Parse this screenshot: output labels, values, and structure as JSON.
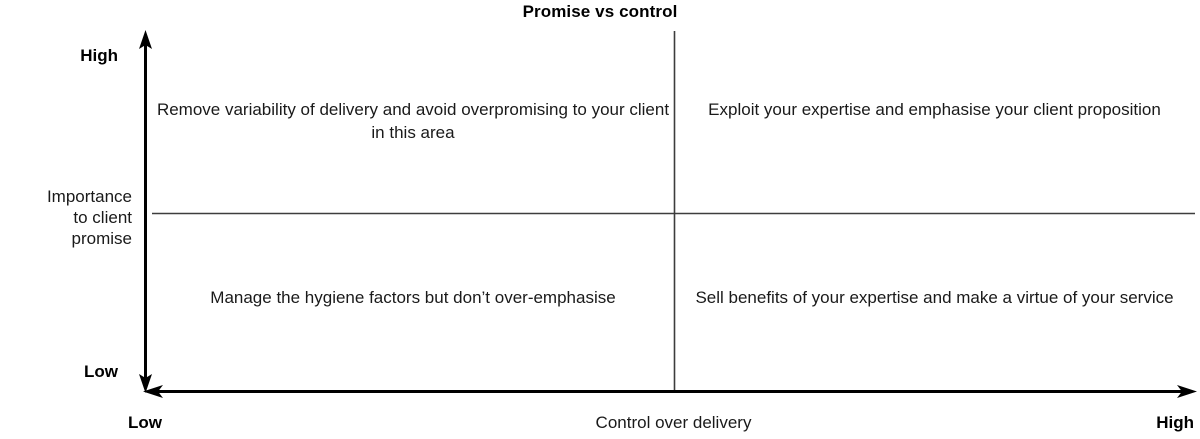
{
  "chart_data": {
    "type": "table",
    "title": "Promise vs control",
    "xlabel": "Control over delivery",
    "ylabel": "Importance to client promise",
    "xlabel_lines": [
      "Control over delivery"
    ],
    "ylabel_lines": [
      "Importance",
      "to client",
      "promise"
    ],
    "x_axis_low": "Low",
    "x_axis_high": "High",
    "y_axis_low": "Low",
    "y_axis_high": "High",
    "grid": false,
    "legend": "none",
    "quadrants": [
      {
        "position": "top-left",
        "x": "Low control over delivery",
        "y": "High importance to client promise",
        "text": "Remove variability of delivery and avoid overpromising to your client in this area"
      },
      {
        "position": "top-right",
        "x": "High control over delivery",
        "y": "High importance to client promise",
        "text": "Exploit your expertise and emphasise your client proposition"
      },
      {
        "position": "bottom-left",
        "x": "Low control over delivery",
        "y": "Low importance to client promise",
        "text": "Manage the hygiene factors but don’t over-emphasise"
      },
      {
        "position": "bottom-right",
        "x": "High control over delivery",
        "y": "Low importance to client promise",
        "text": "Sell benefits of your expertise and make a virtue of your service"
      }
    ],
    "colors": {
      "axis": "#000000",
      "divider": "#3d3d3d",
      "text": "#1a1a1a",
      "background": "#ffffff"
    }
  }
}
